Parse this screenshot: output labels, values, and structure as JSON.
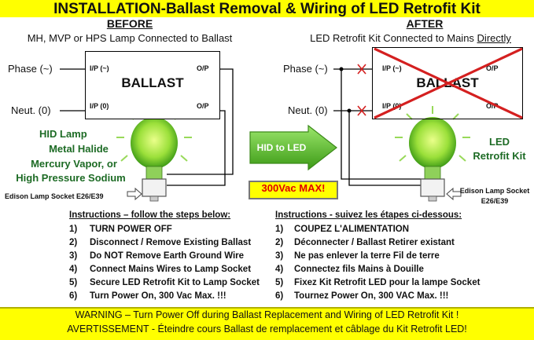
{
  "title": "INSTALLATION-Ballast Removal & Wiring of LED Retrofit Kit",
  "before": {
    "heading": "BEFORE",
    "subtitle": "MH, MVP or HPS Lamp Connected to Ballast",
    "phase_label": "Phase (~)",
    "neutral_label": "Neut. (0)",
    "ballast": {
      "name": "BALLAST",
      "ip_phase": "I/P (~)",
      "ip_neutral": "I/P (0)",
      "op_top": "O/P",
      "op_bottom": "O/P"
    },
    "lamp_title": "HID Lamp",
    "lamp_lines": [
      "Metal Halide",
      "Mercury Vapor, or",
      "High Pressure Sodium"
    ],
    "socket_label": "Edison Lamp Socket E26/E39"
  },
  "after": {
    "heading": "AFTER",
    "subtitle_prefix": "LED Retrofit Kit Connected to Mains ",
    "subtitle_emph": "Directly",
    "phase_label": "Phase (~)",
    "neutral_label": "Neut. (0)",
    "ballast": {
      "name": "BALLAST",
      "ip_phase": "I/P (~)",
      "ip_neutral": "I/P (0)",
      "op_top": "O/P",
      "op_bottom": "O/P"
    },
    "lamp_lines": [
      "LED",
      "Retrofit Kit"
    ],
    "socket_lines": [
      "Edison Lamp Socket",
      "E26/E39"
    ]
  },
  "arrow_label": "HID to LED",
  "max_label": "300Vac MAX!",
  "instructions_en": {
    "heading": "Instructions – follow the steps below:",
    "steps": [
      {
        "n": "1)",
        "text": "TURN POWER OFF"
      },
      {
        "n": "2)",
        "text": "Disconnect / Remove Existing Ballast"
      },
      {
        "n": "3)",
        "text": "Do NOT Remove Earth Ground Wire"
      },
      {
        "n": "4)",
        "text": "Connect Mains Wires to Lamp Socket"
      },
      {
        "n": "5)",
        "text": "Secure LED Retrofit Kit to Lamp Socket"
      },
      {
        "n": "6)",
        "text": "Turn Power On, 300 Vac Max. !!!"
      }
    ]
  },
  "instructions_fr": {
    "heading": "Instructions - suivez les étapes ci-dessous:",
    "steps": [
      {
        "n": "1)",
        "text": "COUPEZ L'ALIMENTATION"
      },
      {
        "n": "2)",
        "text": "Déconnecter / Ballast Retirer existant"
      },
      {
        "n": "3)",
        "text": "Ne pas enlever la terre Fil de terre"
      },
      {
        "n": "4)",
        "text": "Connectez fils Mains à Douille"
      },
      {
        "n": "5)",
        "text": "Fixez Kit Retrofit LED pour la lampe Socket"
      },
      {
        "n": "6)",
        "text": "Tournez Power On, 300 VAC Max. !!!"
      }
    ]
  },
  "warning_en": "WARNING – Turn Power Off during Ballast Replacement and Wiring of LED Retrofit Kit !",
  "warning_fr": "AVERTISSEMENT - Éteindre cours Ballast de remplacement et câblage du Kit Retrofit LED!",
  "colors": {
    "banner": "#ffff00",
    "green_text": "#1d6b25",
    "cross": "#d42020",
    "max_text": "#e00000",
    "arrow": "#5cc02a"
  },
  "icons": [
    "lightbulb-icon",
    "arrow-right-icon",
    "cross-mark-icon"
  ]
}
